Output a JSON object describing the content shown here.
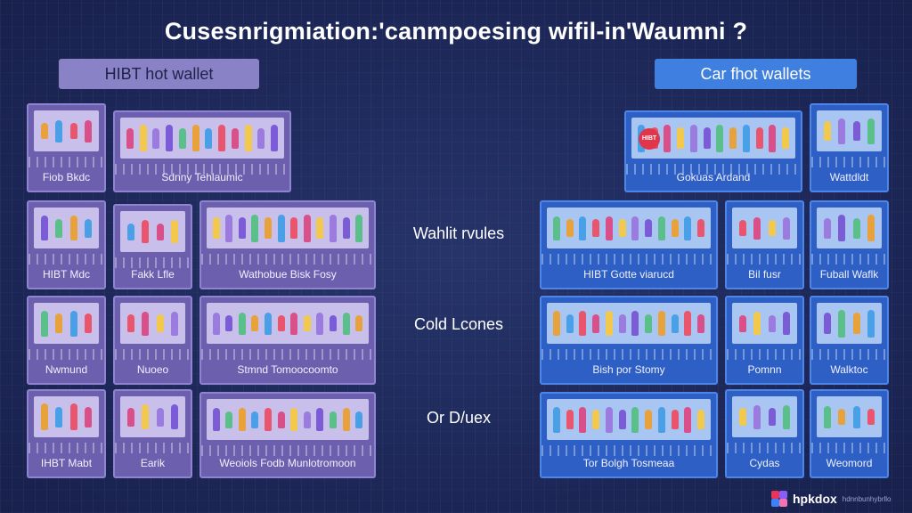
{
  "title": "Cusesnrigmiation:'canmpoesing wifil-in'Waumni ?",
  "left_header": "HIBT hot wallet",
  "right_header": "Car fhot wallets",
  "middle_labels": [
    "Wahlit rvules",
    "Cold Lcones",
    "Or D/uex"
  ],
  "left_tiles": [
    {
      "label": "Fiob Bkdc"
    },
    {
      "label": "Sdnny Tehlaumic"
    },
    {
      "label": "HIBT Mdc"
    },
    {
      "label": "Fakk Lfle"
    },
    {
      "label": "Wathobue Bisk Fosy"
    },
    {
      "label": "Nwmund"
    },
    {
      "label": "Nuoeo"
    },
    {
      "label": "Stmnd Tomoocoomto"
    },
    {
      "label": "IHBT Mabt"
    },
    {
      "label": "Earik"
    },
    {
      "label": "Weoiols Fodb Munlotromoon"
    }
  ],
  "right_tiles": [
    {
      "label": "Gokuas Ardand",
      "badge": "HIBT"
    },
    {
      "label": "Wattdldt"
    },
    {
      "label": "HIBT Gotte viarucd"
    },
    {
      "label": "Bil fusr"
    },
    {
      "label": "Fuball Waflk"
    },
    {
      "label": "Bish por Stomy"
    },
    {
      "label": "Pomnn"
    },
    {
      "label": "Walktoc"
    },
    {
      "label": "Tor Bolgh Tosmeaa"
    },
    {
      "label": "Cydas"
    },
    {
      "label": "Weomord"
    }
  ],
  "footer": {
    "brand": "hpkdox",
    "tagline": "hdnnbunhybrllo",
    "mark_colors": [
      "#e8345a",
      "#8b5cf6",
      "#3b82f6",
      "#f472b6"
    ]
  },
  "colors": {
    "background": "#1e2a5a",
    "left_accent": "#8a82c6",
    "right_accent": "#3f7fe0",
    "figure_palette": [
      "#e8a23c",
      "#d94f8a",
      "#7b5cd6",
      "#4aa0e6",
      "#f2c94c",
      "#5bbf8a",
      "#e8556d",
      "#9b7be0"
    ]
  }
}
